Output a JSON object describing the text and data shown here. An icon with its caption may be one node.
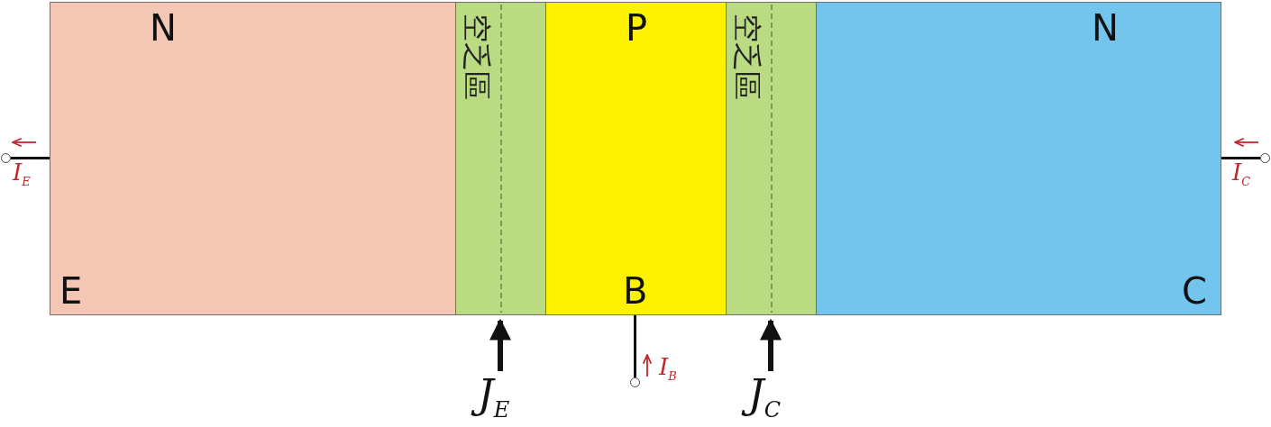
{
  "diagram": {
    "nodes": [
      {
        "text": [
          "N",
          "E"
        ]
      },
      {
        "text": [
          "空乏區"
        ]
      },
      {
        "text": [
          "P",
          "B"
        ]
      },
      {
        "text": [
          "空乏區"
        ]
      },
      {
        "text": [
          "N",
          "C"
        ]
      },
      {
        "text": [],
        "shape": "circle",
        "beside": [
          "I$_{E}$"
        ]
      },
      {
        "text": [],
        "shape": "circle",
        "beside": [
          "I$_{B}$"
        ]
      },
      {
        "text": [],
        "shape": "circle",
        "beside": [
          "I$_{C}$"
        ]
      },
      {
        "text": [
          "J$_{E}$"
        ]
      },
      {
        "text": [
          "J$_{C}$"
        ]
      }
    ],
    "edges": [
      {
        "from": 0,
        "to": 5,
        "arrow": "none"
      },
      {
        "from": 2,
        "to": 6,
        "arrow": "none"
      },
      {
        "from": 4,
        "to": 7,
        "arrow": "none"
      },
      {
        "from": 8,
        "to": 1,
        "arrow": "to",
        "style": "thick"
      },
      {
        "from": 9,
        "to": 3,
        "arrow": "to",
        "style": "thick"
      }
    ]
  }
}
